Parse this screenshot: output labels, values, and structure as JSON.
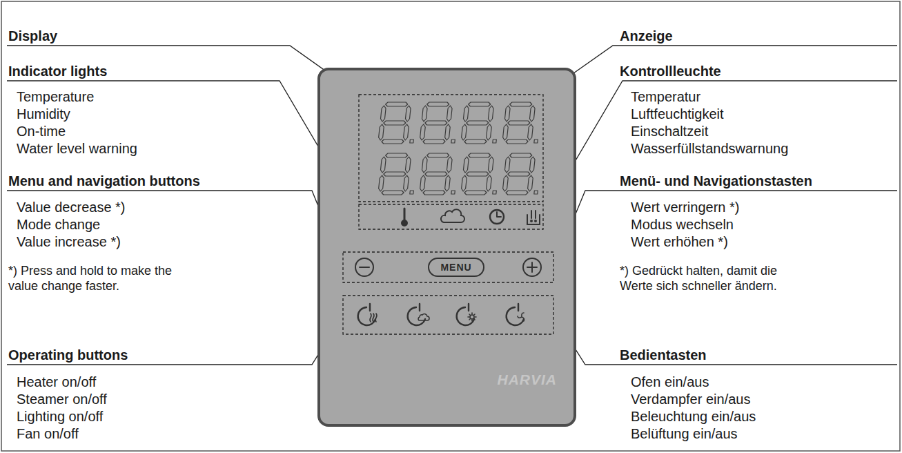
{
  "diagram": {
    "nodes": [
      {
        "text": [
          "HARVIA"
        ]
      },
      {
        "text": [
          "MENU"
        ],
        "in": 0
      }
    ],
    "labels": [
      "Display",
      "Indicator lights",
      "Temperature",
      "Humidity",
      "On-time",
      "Water level warning",
      "Menu and navigation buttons",
      "Value decrease *)",
      "Mode change",
      "Value increase *)",
      "*) Press and hold to make the value change faster.",
      "Operating buttons",
      "Heater on/off",
      "Steamer on/off",
      "Lighting on/off",
      "Fan on/off",
      "Anzeige",
      "Kontrollleuchte",
      "Temperatur",
      "Luftfeuchtigkeit",
      "Einschaltzeit",
      "Wasserfüllstandswarnung",
      "Menü- und Navigationstasten",
      "Wert verringern *)",
      "Modus wechseln",
      "Wert erhöhen *)",
      "*) Gedrückt halten, damit die Werte sich schneller ändern.",
      "Bedientasten",
      "Ofen ein/aus",
      "Verdampfer ein/aus",
      "Beleuchtung ein/aus",
      "Belüftung ein/aus"
    ]
  }
}
